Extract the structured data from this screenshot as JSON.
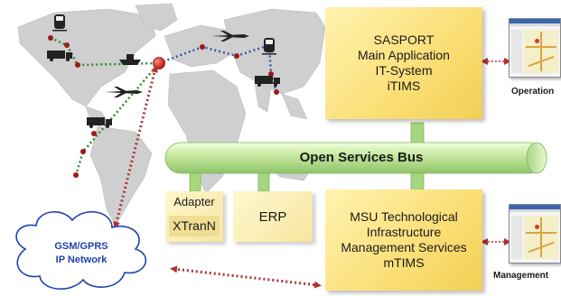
{
  "main_app": {
    "lines": [
      "SASPORT",
      "Main Application",
      "IT-System",
      "iTIMS"
    ]
  },
  "bus": {
    "label": "Open Services Bus"
  },
  "adapter": {
    "title": "Adapter",
    "name": "XTranN"
  },
  "erp": {
    "label": "ERP"
  },
  "msu": {
    "lines": [
      "MSU Technological",
      "Infrastructure",
      "Management Services",
      "mTIMS"
    ]
  },
  "network": {
    "lines": [
      "GSM/GPRS",
      "IP Network"
    ]
  },
  "operation": {
    "label": "Operation"
  },
  "management": {
    "label": "Management"
  },
  "colors": {
    "box": "#fbe07a",
    "bus": "#c6e79a",
    "network": "#2140b0",
    "link": "#b23030",
    "route_green": "#2f8a2f",
    "route_blue": "#3355aa"
  },
  "icons": [
    "train-icon",
    "truck-icon",
    "airplane-icon",
    "ship-icon",
    "hub-icon",
    "cloud-icon",
    "screenshot-icon"
  ]
}
